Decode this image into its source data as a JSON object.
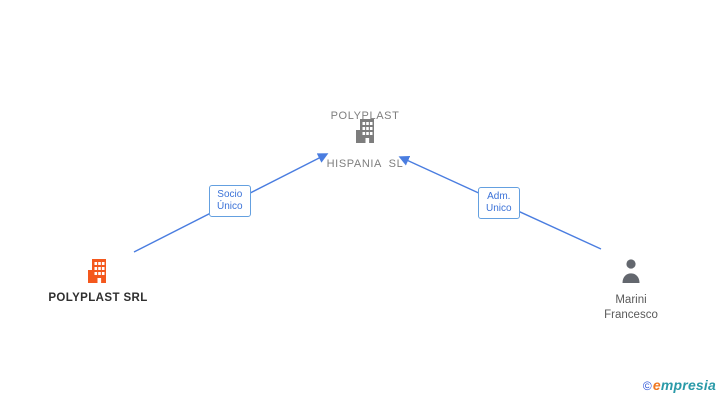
{
  "diagram": {
    "target_company": {
      "name_line1": "POLYPLAST",
      "name_line2": "HISPANIA  SL"
    },
    "source_company": {
      "name": "POLYPLAST SRL"
    },
    "person": {
      "name_line1": "Marini",
      "name_line2": "Francesco"
    },
    "edges": [
      {
        "label_line1": "Socio",
        "label_line2": "Único"
      },
      {
        "label_line1": "Adm.",
        "label_line2": "Unico"
      }
    ]
  },
  "watermark": {
    "copyright": "©",
    "brand_first": "e",
    "brand_rest": "mpresia"
  },
  "colors": {
    "arrow_blue": "#4a7de0",
    "edge_label_border": "#64a0e0",
    "edge_label_text": "#3b72d8",
    "building_gray": "#7d7d7d",
    "building_orange": "#f4581d",
    "person_gray": "#63676e",
    "title_gray": "#7e7e7e",
    "company_label_dark": "#2f2f2f",
    "watermark_teal": "#2a9aa8",
    "watermark_orange": "#f07820",
    "watermark_blue": "#2a52d8"
  }
}
